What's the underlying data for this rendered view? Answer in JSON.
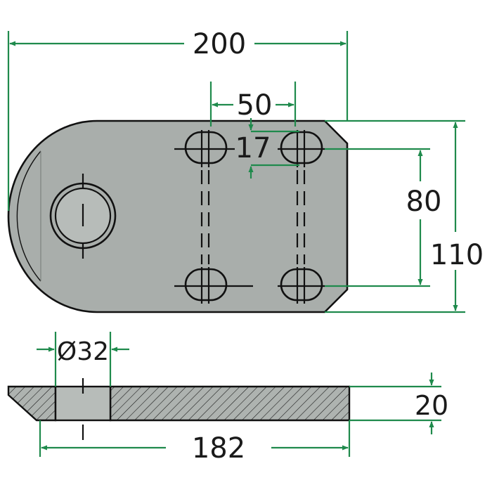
{
  "dimensions": {
    "overall_length": "200",
    "bolt_spacing_x": "50",
    "slot_length": "17",
    "bolt_spacing_y": "80",
    "overall_width": "110",
    "bore_diameter": "Ø32",
    "thickness": "20",
    "bottom_length": "182"
  },
  "colors": {
    "plate_fill": "#a9aeab",
    "plate_stroke": "#111111",
    "dimension_line": "#1f8a4c",
    "text": "#1a1a1a",
    "background": "#ffffff"
  }
}
